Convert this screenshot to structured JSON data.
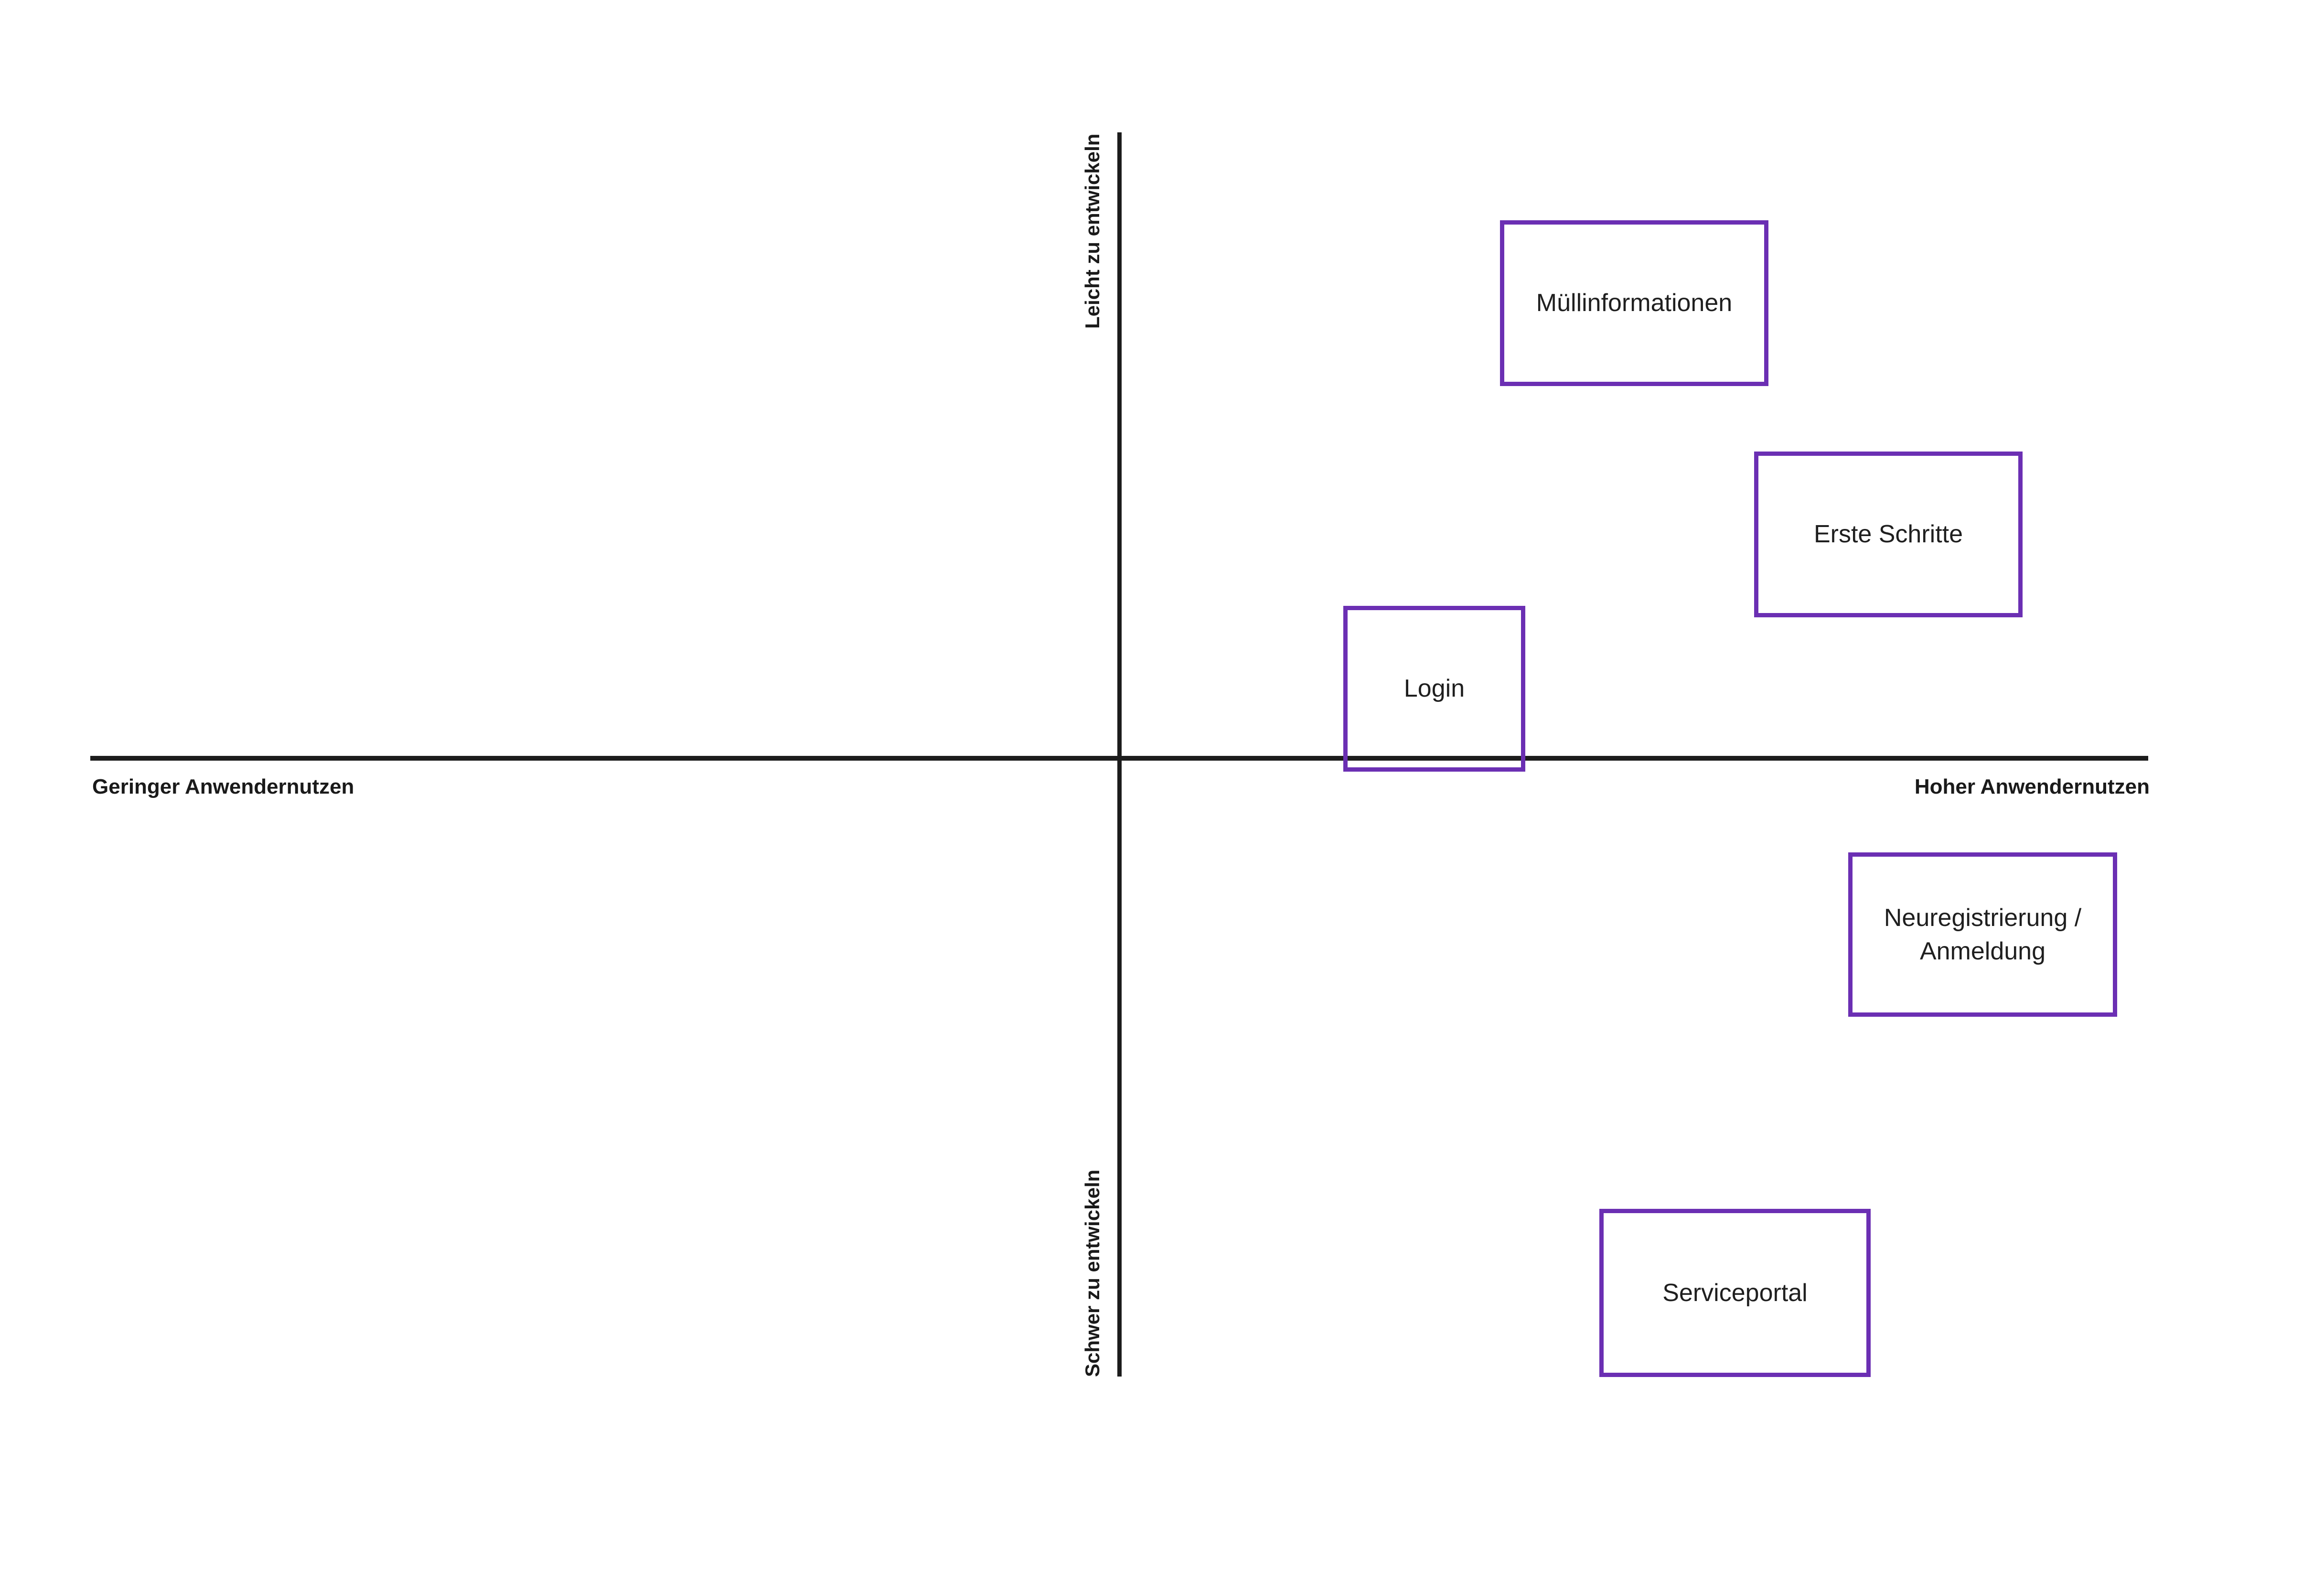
{
  "colors": {
    "background": "#ffffff",
    "axis_line": "#1c1c1c",
    "axis_text": "#1a1a1a",
    "node_border": "#6b2fb3",
    "node_text": "#1f1f1f"
  },
  "axes": {
    "x": {
      "min_label": "Geringer Anwendernutzen",
      "max_label": "Hoher Anwendernutzen"
    },
    "y": {
      "max_label": "Leicht zu entwickeln",
      "min_label": "Schwer zu entwickeln"
    }
  },
  "nodes": [
    {
      "label": "Müllinformationen"
    },
    {
      "label": "Erste Schritte"
    },
    {
      "label": "Login"
    },
    {
      "label": "Neuregistrierung / Anmeldung"
    },
    {
      "label": "Serviceportal"
    }
  ]
}
